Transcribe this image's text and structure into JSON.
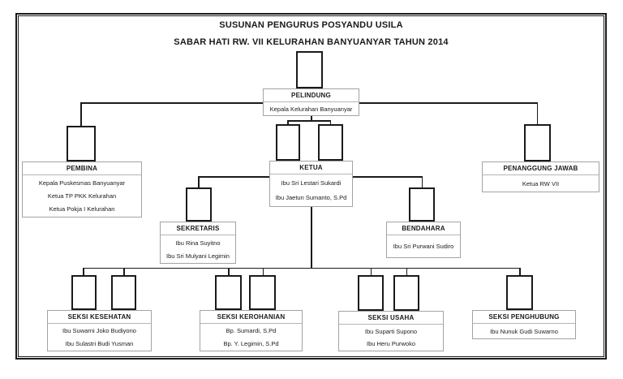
{
  "header": {
    "title_line1": "SUSUNAN PENGURUS POSYANDU USILA",
    "title_line2": "SABAR HATI RW. VII KELURAHAN BANYUANYAR TAHUN 2014"
  },
  "chart": {
    "pelindung": {
      "title": "PELINDUNG",
      "members": [
        "Kepala Kelurahan Banyuanyar"
      ]
    },
    "pembina": {
      "title": "PEMBINA",
      "members": [
        "Kepala Puskesmas Banyuanyar",
        "Ketua TP PKK Kelurahan",
        "Ketua Pokja I Kelurahan"
      ]
    },
    "ketua": {
      "title": "KETUA",
      "members": [
        "Ibu Sri Lestari Sukardi",
        "Ibu Jaetun Sumanto, S.Pd"
      ]
    },
    "penanggung_jawab": {
      "title": "PENANGGUNG JAWAB",
      "members": [
        "Ketua RW VII"
      ]
    },
    "sekretaris": {
      "title": "SEKRETARIS",
      "members": [
        "Ibu Rina Suyitno",
        "Ibu Sri Mulyani Legimin"
      ]
    },
    "bendahara": {
      "title": "BENDAHARA",
      "members": [
        "Ibu Sri Purwani Sudiro"
      ]
    },
    "seksi_kesehatan": {
      "title": "SEKSI KESEHATAN",
      "members": [
        "Ibu Suwarni Joko Budiyono",
        "Ibu Sulastri Budi Yusman"
      ]
    },
    "seksi_kerohanian": {
      "title": "SEKSI KEROHANIAN",
      "members": [
        "Bp. Sumardi, S.Pd",
        "Bp. Y. Legimin, S.Pd"
      ]
    },
    "seksi_usaha": {
      "title": "SEKSI USAHA",
      "members": [
        "Ibu Suparti Supono",
        "Ibu Heru Purwoko"
      ]
    },
    "seksi_penghubung": {
      "title": "SEKSI PENGHUBUNG",
      "members": [
        "Ibu Nunuk Gudi Suwarno"
      ]
    }
  },
  "colors": {
    "line": "#1a1a1a",
    "box_border": "#a3a3a3",
    "background": "#ffffff"
  }
}
